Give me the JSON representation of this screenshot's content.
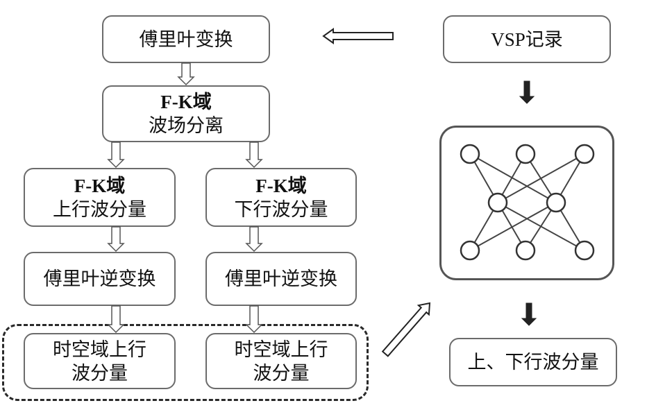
{
  "diagram": {
    "nodes": {
      "fourier": "傅里叶变换",
      "fk_separation": {
        "line1": "F-K域",
        "line2": "波场分离"
      },
      "fk_up": {
        "line1": "F-K域",
        "line2": "上行波分量"
      },
      "fk_down": {
        "line1": "F-K域",
        "line2": "下行波分量"
      },
      "inverse_left": "傅里叶逆变换",
      "inverse_right": "傅里叶逆变换",
      "st_left": {
        "line1": "时空域上行",
        "line2": "波分量"
      },
      "st_right": {
        "line1": "时空域上行",
        "line2": "波分量"
      },
      "vsp": "VSP记录",
      "output": "上、下行波分量"
    },
    "neural_network": {
      "layers": [
        3,
        2,
        3
      ],
      "connections": "fully-connected"
    },
    "edges": [
      {
        "from": "vsp",
        "to": "fourier",
        "style": "hollow-arrow"
      },
      {
        "from": "fourier",
        "to": "fk_separation",
        "style": "hollow-arrow"
      },
      {
        "from": "fk_separation",
        "to": "fk_up",
        "style": "hollow-arrow"
      },
      {
        "from": "fk_separation",
        "to": "fk_down",
        "style": "hollow-arrow"
      },
      {
        "from": "fk_up",
        "to": "inverse_left",
        "style": "hollow-arrow"
      },
      {
        "from": "fk_down",
        "to": "inverse_right",
        "style": "hollow-arrow"
      },
      {
        "from": "inverse_left",
        "to": "st_left",
        "style": "hollow-arrow"
      },
      {
        "from": "inverse_right",
        "to": "st_right",
        "style": "hollow-arrow"
      },
      {
        "from": "st_group",
        "to": "neural_network",
        "style": "hollow-arrow"
      },
      {
        "from": "vsp",
        "to": "neural_network",
        "style": "solid-arrow"
      },
      {
        "from": "neural_network",
        "to": "output",
        "style": "solid-arrow"
      }
    ]
  }
}
